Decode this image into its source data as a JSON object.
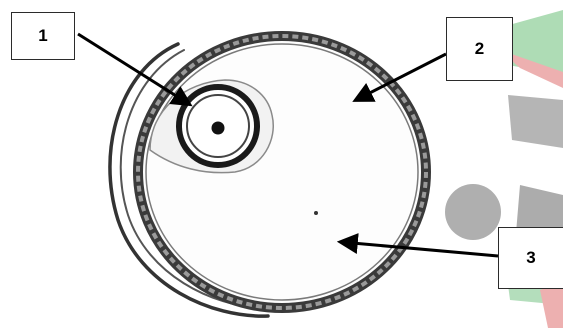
{
  "labels": [
    {
      "id": "1",
      "text": "1"
    },
    {
      "id": "2",
      "text": "2"
    },
    {
      "id": "3",
      "text": "3"
    }
  ],
  "colors": {
    "background": "#ffffff",
    "cell_wall": "#3a3a3a",
    "nucleus": "#1a1a1a",
    "arrow": "#000000",
    "watermark_green": "#6cc07a",
    "watermark_red": "#e07070",
    "watermark_gray": "#7a7a7a"
  }
}
